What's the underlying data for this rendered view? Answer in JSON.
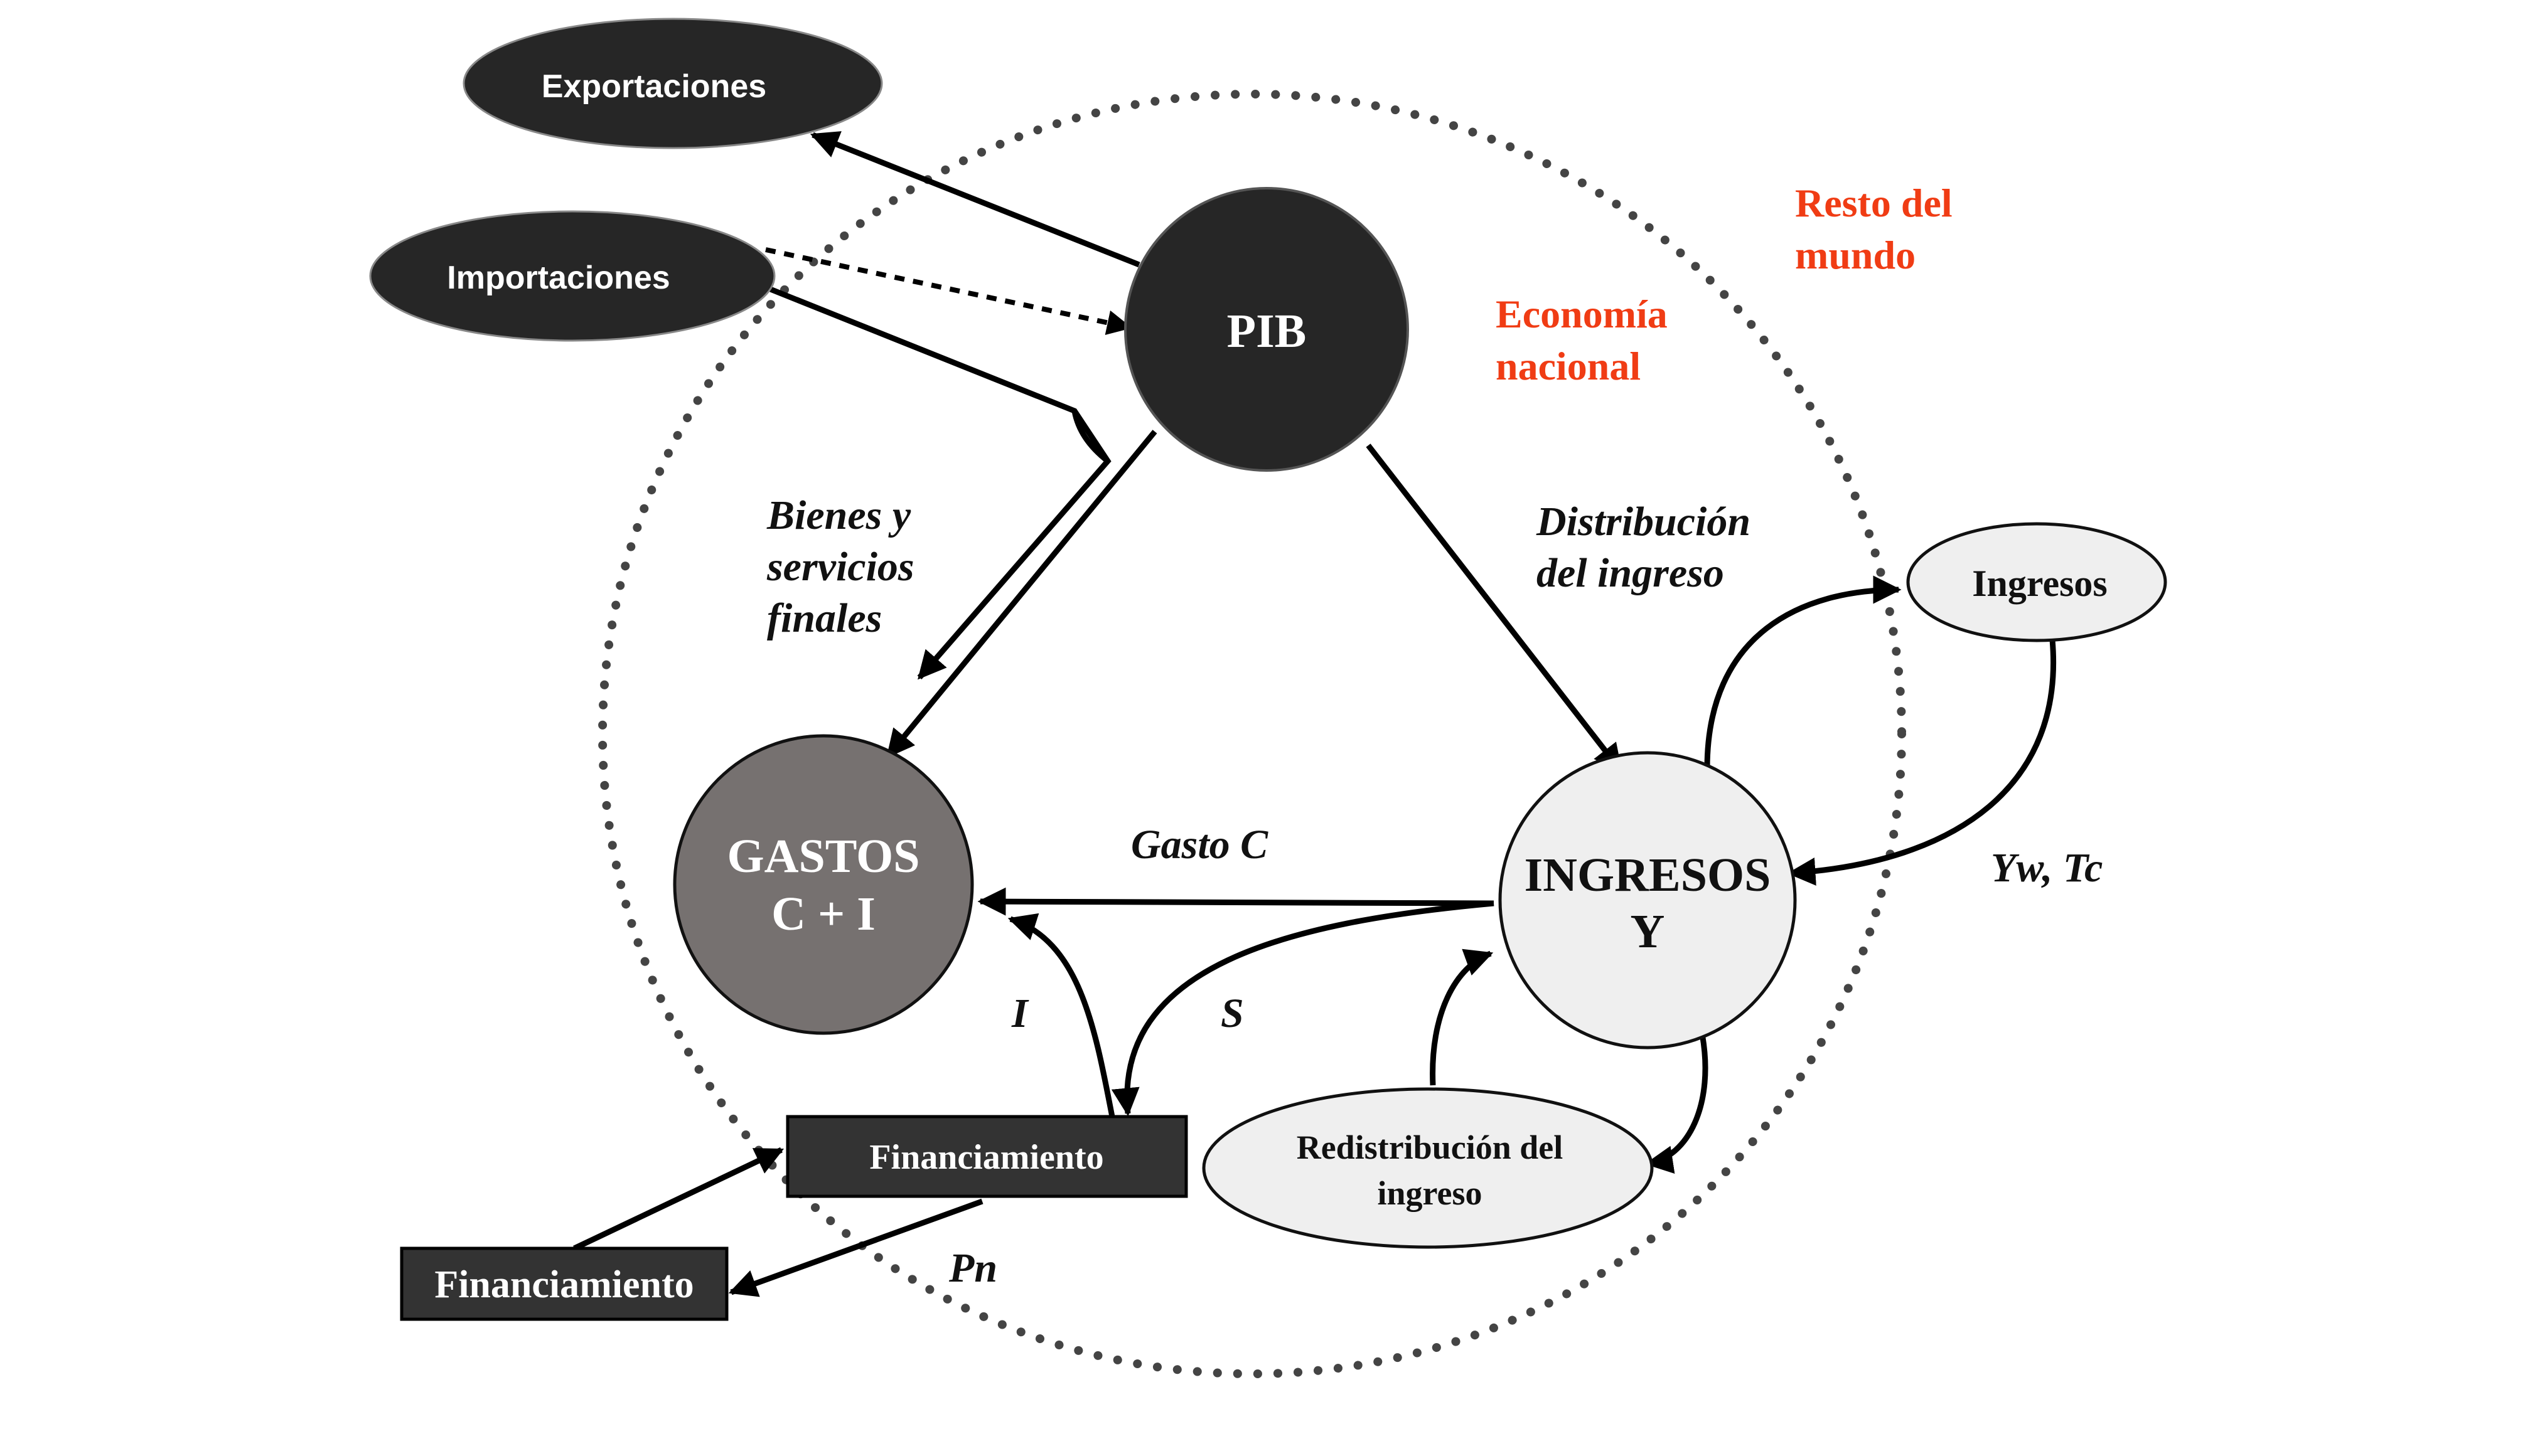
{
  "colors": {
    "dark_node": "#262626",
    "gastos_node": "#767170",
    "light_node": "#efefef",
    "box_fill": "#333333",
    "region_label": "#f03c14",
    "line": "#000000"
  },
  "regions": {
    "world_line1": "Resto del",
    "world_line2": "mundo",
    "national_line1": "Economía",
    "national_line2": "nacional"
  },
  "nodes": {
    "exportaciones": "Exportaciones",
    "importaciones": "Importaciones",
    "pib": "PIB",
    "gastos_line1": "GASTOS",
    "gastos_line2": "C + I",
    "ingresos_line1": "INGRESOS",
    "ingresos_line2": "Y",
    "ingresos_small": "Ingresos",
    "redistribucion_line1": "Redistribución del",
    "redistribucion_line2": "ingreso",
    "financiamiento_inner": "Financiamiento",
    "financiamiento_outer": "Financiamiento"
  },
  "flow_labels": {
    "bienes_line1": "Bienes y",
    "bienes_line2": "servicios",
    "bienes_line3": "finales",
    "distribucion_line1": "Distribución",
    "distribucion_line2": "del  ingreso",
    "gasto_c": "Gasto  C",
    "i": "I",
    "s": "S",
    "yw_tc": "Yw, Tc",
    "pn": "Pn"
  }
}
